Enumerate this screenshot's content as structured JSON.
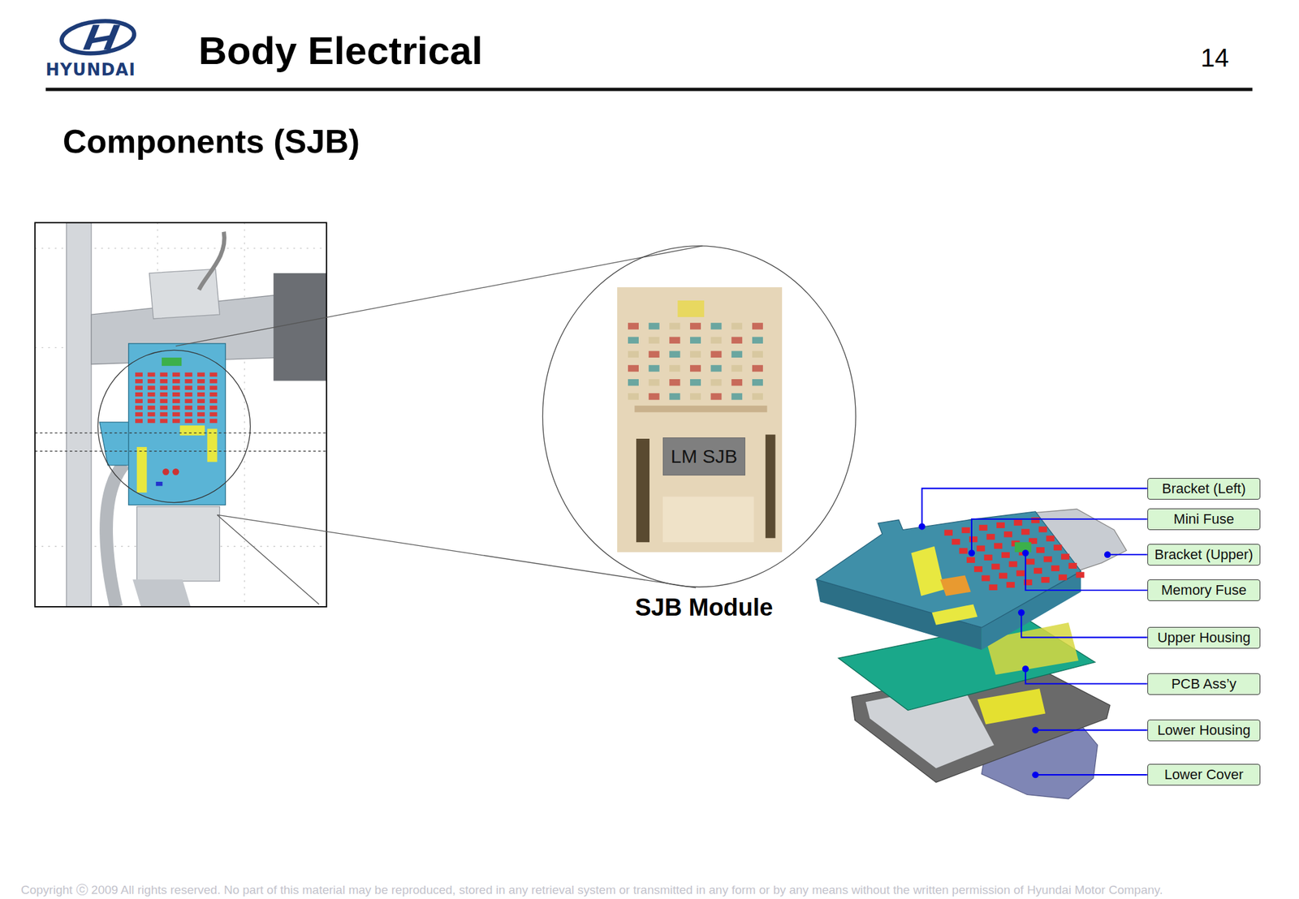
{
  "diagram": {
    "title": "Body Electrical",
    "nodes": [
      {
        "text": [
          "LM SJB"
        ]
      },
      {
        "text": [
          "Bracket (Left)"
        ]
      },
      {
        "text": [
          "Mini Fuse"
        ]
      },
      {
        "text": [
          "Bracket (Upper)"
        ]
      },
      {
        "text": [
          "Memory Fuse"
        ]
      },
      {
        "text": [
          "Upper Housing"
        ]
      },
      {
        "text": [
          "PCB Ass’y"
        ]
      },
      {
        "text": [
          "Lower Housing"
        ]
      },
      {
        "text": [
          "Lower Cover"
        ]
      }
    ],
    "labels": [
      "HYUNDAI",
      "14",
      "Components (SJB)",
      "SJB Module",
      "Copyright ⓒ 2009 All rights reserved. No part of this material may be reproduced, stored in any retrieval system or transmitted in any form or by any means without the written permission of Hyundai Motor Company."
    ]
  }
}
